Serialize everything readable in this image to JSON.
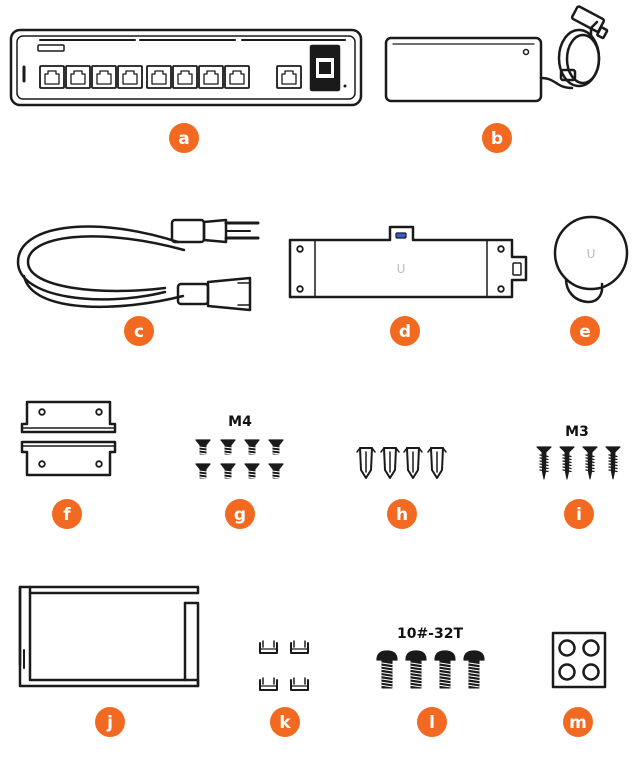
{
  "colors": {
    "ink": "#1a1a1a",
    "accent": "#f26a21",
    "background": "#ffffff",
    "logo": "#bbbbbb"
  },
  "items": [
    {
      "id": "a",
      "label": "a",
      "part": "switch"
    },
    {
      "id": "b",
      "label": "b",
      "part": "power-adapter"
    },
    {
      "id": "c",
      "label": "c",
      "part": "power-cord"
    },
    {
      "id": "d",
      "label": "d",
      "part": "mounting-bracket"
    },
    {
      "id": "e",
      "label": "e",
      "part": "cable-cover"
    },
    {
      "id": "f",
      "label": "f",
      "part": "rack-ears"
    },
    {
      "id": "g",
      "label": "g",
      "part": "flat-head-screws",
      "size_label": "M4"
    },
    {
      "id": "h",
      "label": "h",
      "part": "wall-anchors"
    },
    {
      "id": "i",
      "label": "i",
      "part": "wood-screws",
      "size_label": "M3"
    },
    {
      "id": "j",
      "label": "j",
      "part": "rack-shelf-bracket"
    },
    {
      "id": "k",
      "label": "k",
      "part": "clips"
    },
    {
      "id": "l",
      "label": "l",
      "part": "rack-screws",
      "size_label": "10#-32T"
    },
    {
      "id": "m",
      "label": "m",
      "part": "rubber-feet"
    }
  ],
  "logo_text": "U"
}
